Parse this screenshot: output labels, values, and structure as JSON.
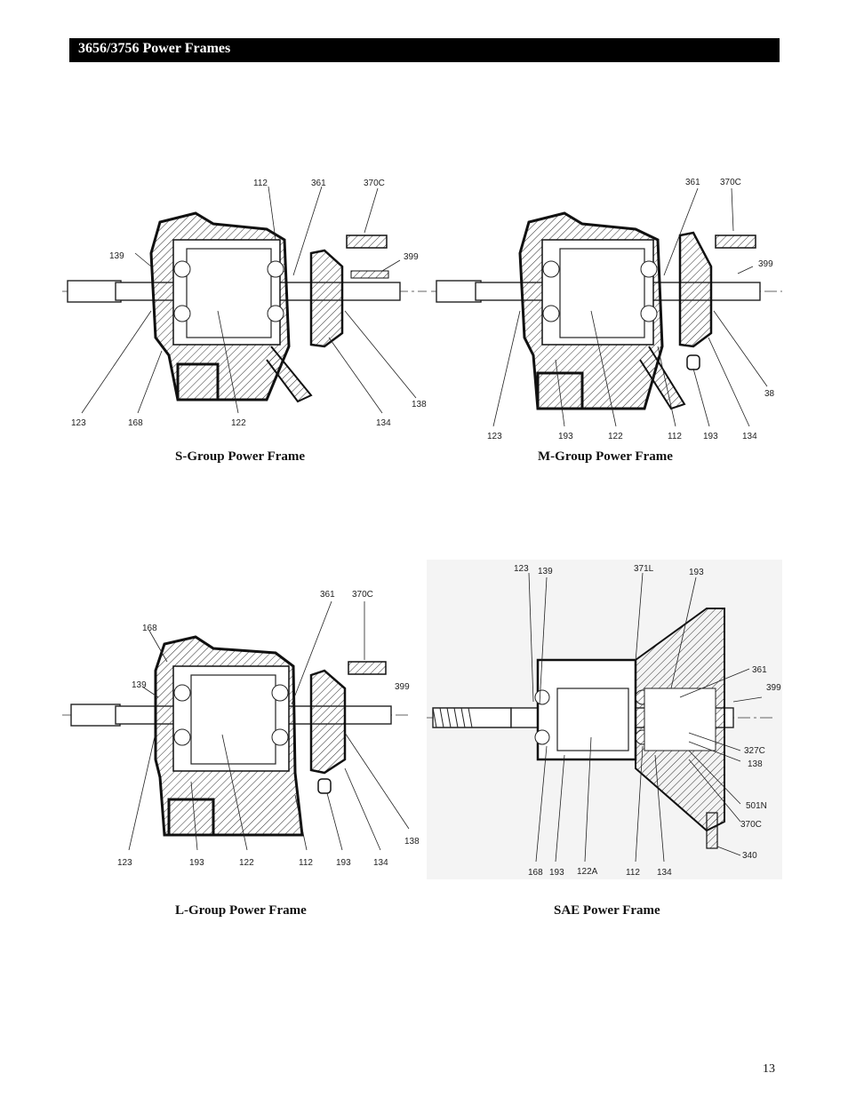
{
  "header": {
    "title": "3656/3756 Power Frames"
  },
  "figures": {
    "s_group": {
      "caption": "S-Group Power Frame",
      "callouts": [
        "112",
        "361",
        "370C",
        "139",
        "399",
        "123",
        "168",
        "122",
        "134",
        "138"
      ]
    },
    "m_group": {
      "caption": "M-Group Power Frame",
      "callouts": [
        "361",
        "370C",
        "399",
        "38",
        "123",
        "193",
        "122",
        "112",
        "193",
        "134"
      ]
    },
    "l_group": {
      "caption": "L-Group Power Frame",
      "callouts": [
        "361",
        "370C",
        "168",
        "139",
        "399",
        "138",
        "123",
        "193",
        "122",
        "112",
        "193",
        "134"
      ]
    },
    "sae": {
      "caption": "SAE Power Frame",
      "callouts": [
        "123",
        "139",
        "371L",
        "193",
        "361",
        "399",
        "327C",
        "138",
        "501N",
        "370C",
        "340",
        "168",
        "193",
        "122A",
        "112",
        "134"
      ]
    }
  },
  "page_number": "13"
}
